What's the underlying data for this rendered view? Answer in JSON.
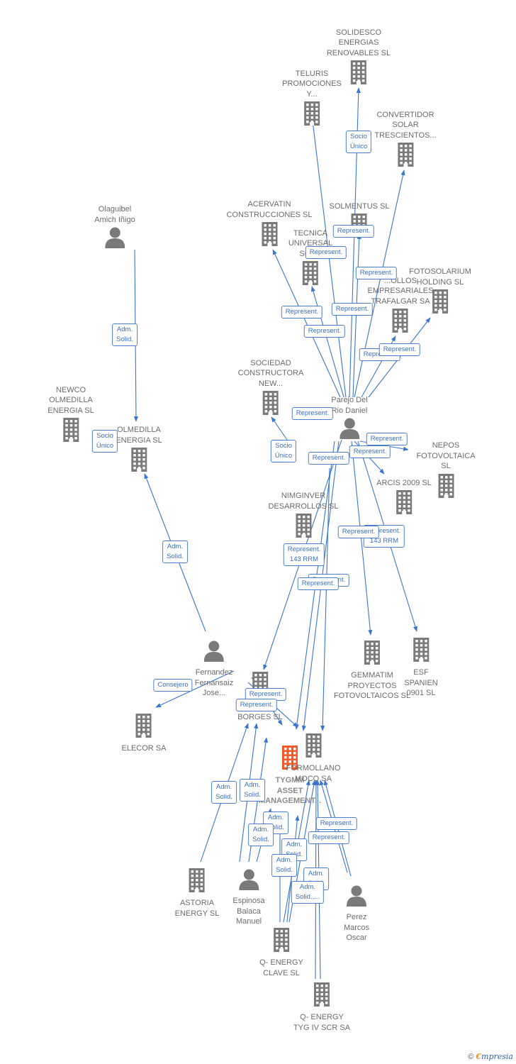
{
  "colors": {
    "edge": "#3a75d0",
    "icon": "#7a7a7a",
    "main_icon": "#f05a28",
    "badge_border": "#4a7fd0",
    "badge_text": "#3a6fc4"
  },
  "nodes": [
    {
      "id": "solidesco",
      "label": "SOLIDESCO\nENERGIAS\nRENOVABLES SL",
      "type": "company"
    },
    {
      "id": "teluris",
      "label": "TELURIS\nPROMOCIONES\nY...",
      "type": "company"
    },
    {
      "id": "convertidor",
      "label": "CONVERTIDOR\nSOLAR\nTRESCIENTOS...",
      "type": "company"
    },
    {
      "id": "olaguibel",
      "label": "Olaguibel\nAmich Iñigo",
      "type": "person"
    },
    {
      "id": "acervatin",
      "label": "ACERVATIN\nCONSTRUCCIONES SL",
      "type": "company"
    },
    {
      "id": "solmentus",
      "label": "SOLMENTUS SL",
      "type": "company"
    },
    {
      "id": "tecnica",
      "label": "TECNICA\nUNIVERSAL\nSOL...",
      "type": "company"
    },
    {
      "id": "fotosolarium",
      "label": "FOTOSOLARIUM\nHOLDING  SL",
      "type": "company"
    },
    {
      "id": "desarrollos_emp",
      "label": "...OLLOS\nEMPRESARIALES\nTRAFALGAR SA",
      "type": "company"
    },
    {
      "id": "newco",
      "label": "NEWCO\nOLMEDILLA\nENERGIA  SL",
      "type": "company"
    },
    {
      "id": "olmedilla",
      "label": "OLMEDILLA\nENERGIA SL",
      "type": "company"
    },
    {
      "id": "sociedad",
      "label": "SOCIEDAD\nCONSTRUCTORA\nNEW...",
      "type": "company"
    },
    {
      "id": "parejo",
      "label": "Parejo Del\nRio Daniel",
      "type": "person"
    },
    {
      "id": "nepos",
      "label": "NEPOS\nFOTOVOLTAICA SL",
      "type": "company"
    },
    {
      "id": "arcis",
      "label": "ARCIS 2009 SL",
      "type": "company"
    },
    {
      "id": "nimginver",
      "label": "NIMGINVER\nDESARROLLOS SL",
      "type": "company"
    },
    {
      "id": "gemmatim",
      "label": "GEMMATIM\nPROYECTOS\nFOTOVOLTAICOS SL",
      "type": "company"
    },
    {
      "id": "esf",
      "label": "ESF\nSPANIEN\n0901 SL",
      "type": "company"
    },
    {
      "id": "fernandez",
      "label": "Fernandez\nFernansaiz\nJose...",
      "type": "person"
    },
    {
      "id": "elecor",
      "label": "ELECOR SA",
      "type": "company"
    },
    {
      "id": "borges",
      "label": "...R\nBORGES SL",
      "type": "company"
    },
    {
      "id": "tygmm",
      "label": "TYGMM\nASSET\nMANAGEMENT...",
      "type": "main"
    },
    {
      "id": "formollano",
      "label": "FORMOLLANO\nMOCO SA",
      "type": "company"
    },
    {
      "id": "astoria",
      "label": "ASTORIA\nENERGY  SL",
      "type": "company"
    },
    {
      "id": "espinosa",
      "label": "Espinosa\nBalaca\nManuel",
      "type": "person"
    },
    {
      "id": "perez",
      "label": "Perez\nMarcos\nOscar",
      "type": "person"
    },
    {
      "id": "qclave",
      "label": "Q- ENERGY\nCLAVE  SL",
      "type": "company"
    },
    {
      "id": "qtyg",
      "label": "Q- ENERGY\nTYG IV SCR SA",
      "type": "company"
    }
  ],
  "badges": [
    {
      "text": "Socio\nÚnico"
    },
    {
      "text": "Represent."
    },
    {
      "text": "Represent."
    },
    {
      "text": "Represent."
    },
    {
      "text": "Represent."
    },
    {
      "text": "Represent."
    },
    {
      "text": "Represent."
    },
    {
      "text": "Represent."
    },
    {
      "text": "Represent."
    },
    {
      "text": "Adm.\nSolid."
    },
    {
      "text": "Socio\nÚnico"
    },
    {
      "text": "Represent."
    },
    {
      "text": "Socio\nÚnico"
    },
    {
      "text": "Represent."
    },
    {
      "text": "Represent."
    },
    {
      "text": "Represent."
    },
    {
      "text": "Adm.\nSolid."
    },
    {
      "text": "Represent.\n143 RRM"
    },
    {
      "text": "Represent.\n143 RRM"
    },
    {
      "text": "Represent."
    },
    {
      "text": "Represent."
    },
    {
      "text": "Represent."
    },
    {
      "text": "Consejero"
    },
    {
      "text": "Represent."
    },
    {
      "text": "Represent."
    },
    {
      "text": "Adm.\nSolid."
    },
    {
      "text": "Adm.\nSolid."
    },
    {
      "text": "Adm.\nSolid."
    },
    {
      "text": "Adm.\nSolid."
    },
    {
      "text": "Represent."
    },
    {
      "text": "Represent."
    },
    {
      "text": "Adm.\nSolid."
    },
    {
      "text": "Adm.\nSolid."
    },
    {
      "text": "Adm.\nSolid."
    },
    {
      "text": "Adm.\nSolid.,..."
    }
  ],
  "footer": {
    "copyright": "©",
    "brand_first": "€",
    "brand_rest": "mpresia"
  }
}
